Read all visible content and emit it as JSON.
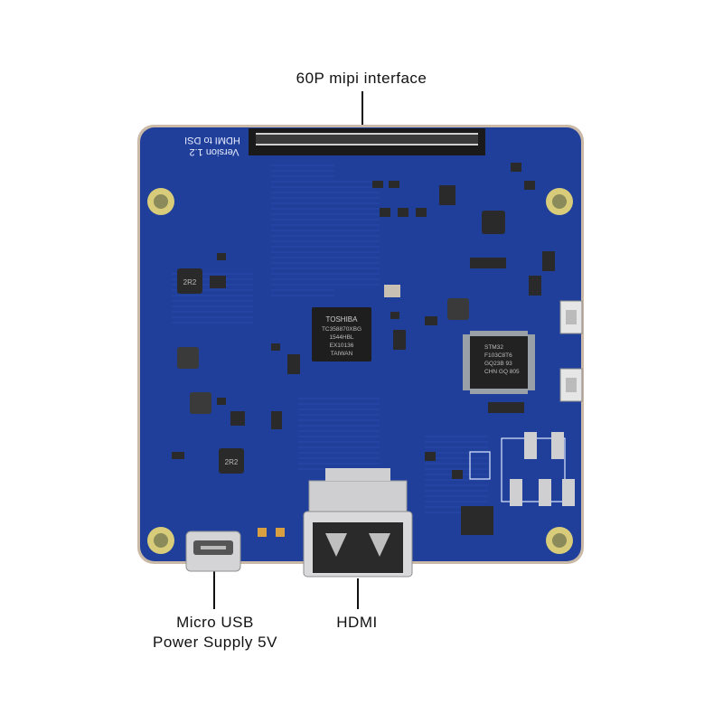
{
  "labels": {
    "mipi": "60P mipi interface",
    "usb_line1": "Micro USB",
    "usb_line2": "Power Supply 5V",
    "hdmi": "HDMI"
  },
  "silkscreen": {
    "board_name": "HDMI to DSI",
    "version": "Version 1.2",
    "chip_line1": "TOSHIBA",
    "chip_line2": "TC358870XBG",
    "chip_line3": "1544HBL",
    "chip_line4": "EX10136",
    "chip_line5": "TAIWAN",
    "mcu_line1": "STM32",
    "mcu_line2": "F103C8T6",
    "mcu_line3": "GQ23B 93",
    "mcu_line4": "CHN GQ 805",
    "inductor": "2R2"
  },
  "colors": {
    "pcb": "#1f3f9a",
    "pcb_edge": "#c9b9a6",
    "pad_gold": "#d8cc7a",
    "connector_black": "#1a1a1a",
    "metal": "#cfcfd2"
  }
}
